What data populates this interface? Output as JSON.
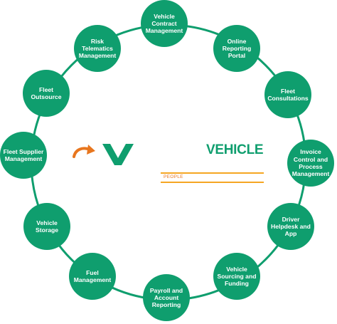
{
  "colors": {
    "node": "#0f9e6e",
    "ring": "#0f9e6e",
    "accent": "#f5a623",
    "tagline": "#e8761e"
  },
  "logo": {
    "word": "VEHICLE",
    "tagline": "PEOPLE",
    "arrow_icon": "curved-arrow-icon",
    "mark_icon": "v-letter-icon"
  },
  "nodes": [
    {
      "label": "Vehicle Contract Management"
    },
    {
      "label": "Online Reporting Portal"
    },
    {
      "label": "Fleet Consultations"
    },
    {
      "label": "Invoice Control and Process Management"
    },
    {
      "label": "Driver Helpdesk and App"
    },
    {
      "label": "Vehicle Sourcing and Funding"
    },
    {
      "label": "Payroll and Account Reporting"
    },
    {
      "label": "Fuel Management"
    },
    {
      "label": "Vehicle Storage"
    },
    {
      "label": "Fleet Supplier Management"
    },
    {
      "label": "Fleet Outsource"
    },
    {
      "label": "Risk Telematics Management"
    }
  ]
}
